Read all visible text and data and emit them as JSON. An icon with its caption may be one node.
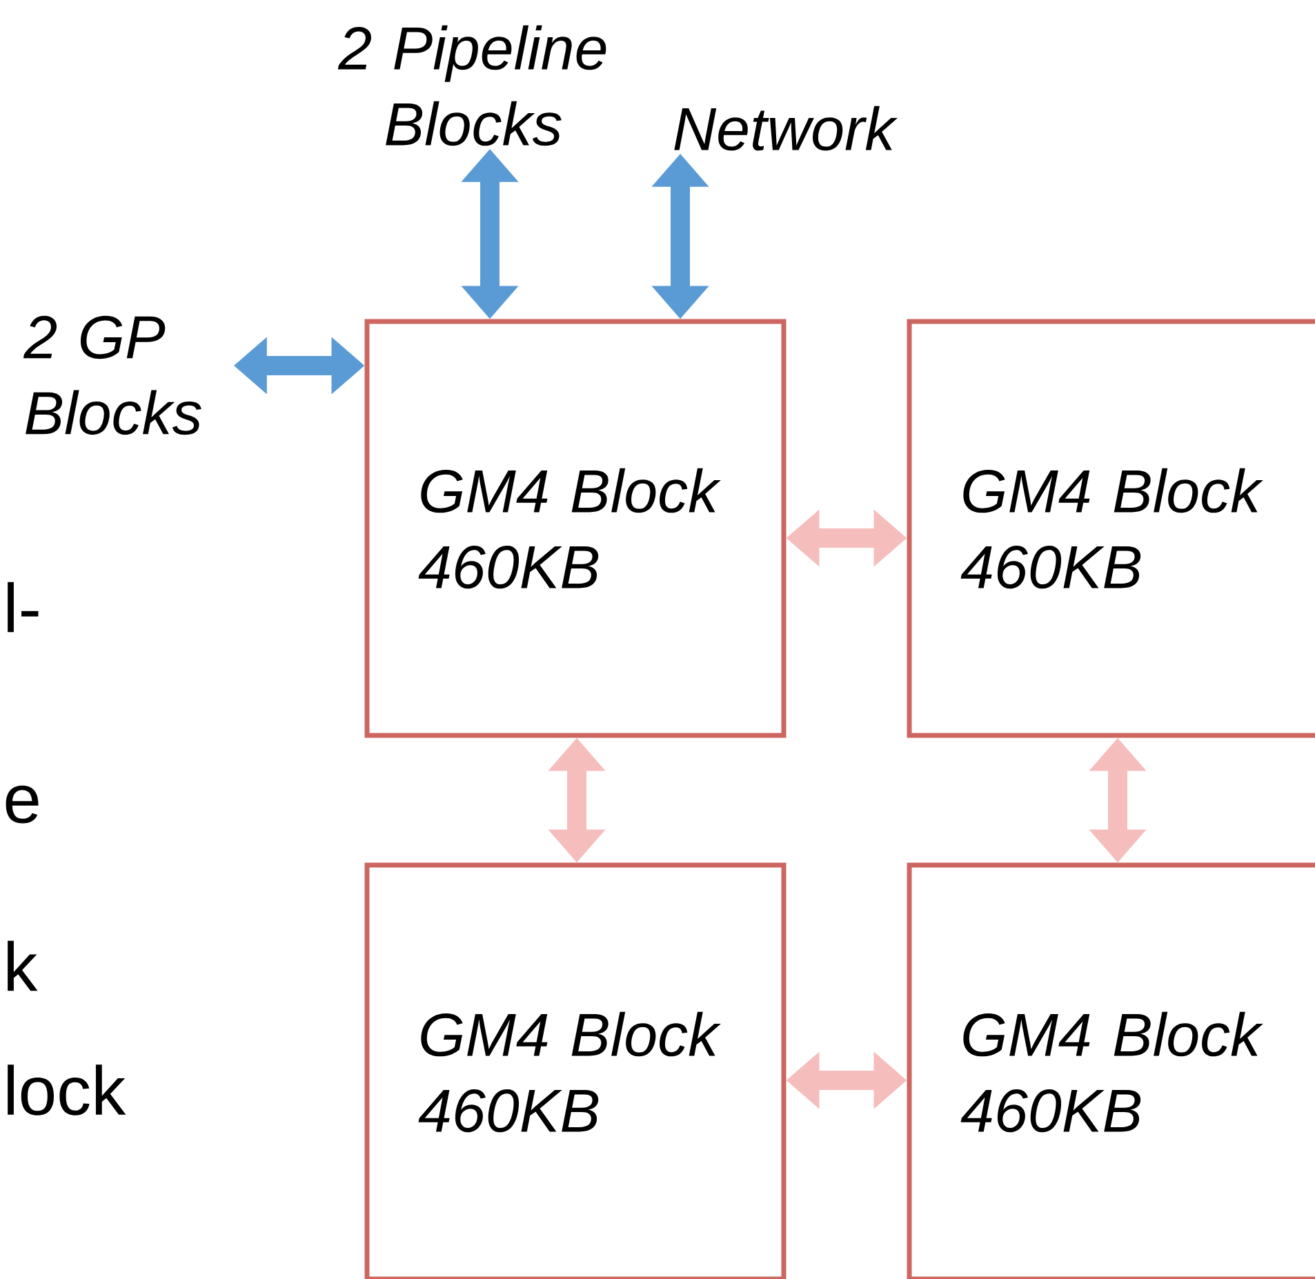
{
  "diagram": {
    "nodes": [
      {
        "text": [
          "2 Pipeline Blocks"
        ]
      },
      {
        "text": [
          "Network"
        ]
      },
      {
        "text": [
          "2 GP Blocks"
        ]
      },
      {
        "text": [
          "GM4 Block 460KB"
        ]
      },
      {
        "text": [
          "GM4 Block 460KB"
        ]
      },
      {
        "text": [
          "GM4 Block 460KB"
        ]
      },
      {
        "text": [
          "GM4 Block 460KB"
        ]
      }
    ],
    "edges": [
      {
        "from": 0,
        "to": 3,
        "arrow": "both",
        "color": "#5b9bd5"
      },
      {
        "from": 1,
        "to": 3,
        "arrow": "both",
        "color": "#5b9bd5"
      },
      {
        "from": 2,
        "to": 3,
        "arrow": "both",
        "color": "#5b9bd5"
      },
      {
        "from": 3,
        "to": 5,
        "arrow": "both"
      },
      {
        "from": 3,
        "to": 4,
        "arrow": "both"
      },
      {
        "from": 5,
        "to": 6,
        "arrow": "both"
      },
      {
        "from": 4,
        "to": 6,
        "arrow": "both"
      }
    ],
    "labels": [
      "l-",
      "e",
      "k",
      "lock"
    ]
  }
}
